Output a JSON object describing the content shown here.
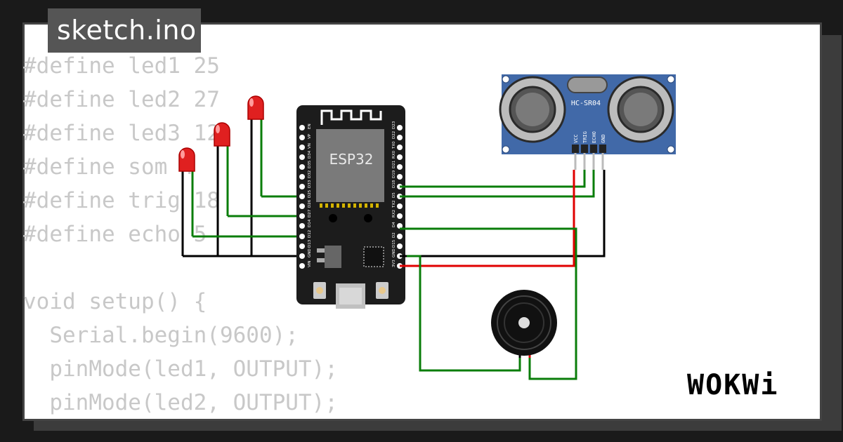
{
  "filename_tab": "sketch.ino",
  "code_lines": [
    "#define led1 25",
    "#define led2 27",
    "#define led3 12",
    "#define som 4",
    "#define trig 18",
    "#define echo 5",
    "",
    "void setup() {",
    "  Serial.begin(9600);",
    "  pinMode(led1, OUTPUT);",
    "  pinMode(led2, OUTPUT);"
  ],
  "board": {
    "chip_label": "ESP32",
    "left_pins": [
      "EN",
      "VP",
      "VN",
      "D34",
      "D35",
      "D32",
      "D33",
      "D25",
      "D26",
      "D27",
      "D14",
      "D12",
      "D13",
      "GND",
      "VIN"
    ],
    "right_pins": [
      "D23",
      "D22",
      "TX0",
      "RX0",
      "D21",
      "D19",
      "D18",
      "D5",
      "TX2",
      "RX2",
      "D4",
      "D2",
      "D15",
      "GND",
      "3V3"
    ]
  },
  "sensor": {
    "label": "HC-SR04",
    "pins": [
      "VCC",
      "TRIG",
      "ECHO",
      "GND"
    ]
  },
  "brand": "WOKWi",
  "colors": {
    "wire_green": "#0a7d0a",
    "wire_red": "#e00000",
    "wire_black": "#000000",
    "led_red": "#e02020",
    "sensor_blue": "#4169a8",
    "board_black": "#1c1c1c"
  }
}
